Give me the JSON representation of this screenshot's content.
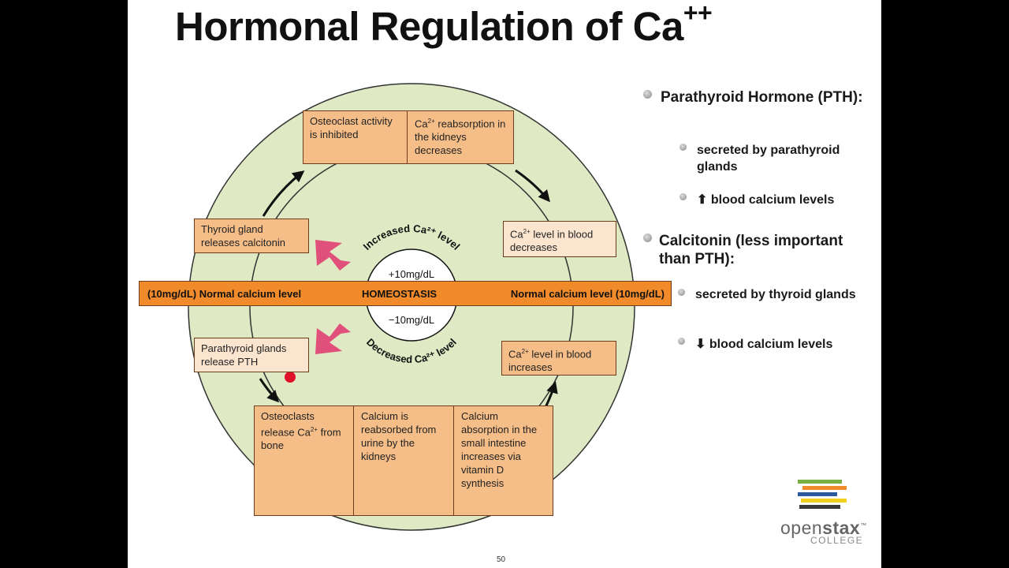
{
  "title": {
    "main": "Hormonal Regulation of Ca",
    "sup": "++"
  },
  "diagram": {
    "top_box": {
      "left": "Osteoclast activity is inhibited",
      "right_prefix": "Ca",
      "right_sup": "2+",
      "right_rest": " reabsorption in the kidneys decreases"
    },
    "right_upper_box": {
      "prefix": "Ca",
      "sup": "2+",
      "rest": " level in blood decreases"
    },
    "right_lower_box": {
      "prefix": "Ca",
      "sup": "2+",
      "rest": " level in blood increases"
    },
    "left_upper_box": "Thyroid gland releases calcitonin",
    "left_lower_box": "Parathyroid glands release PTH",
    "bottom_box": {
      "cell1_prefix": "Osteoclasts release Ca",
      "cell1_sup": "2+",
      "cell1_rest": " from bone",
      "cell2": "Calcium is reabsorbed from urine by the kidneys",
      "cell3": "Calcium absorption in the small intestine increases via vitamin D synthesis"
    },
    "band": {
      "left": "(10mg/dL) Normal calcium level",
      "center": "HOMEOSTASIS",
      "right": "Normal calcium level (10mg/dL)"
    },
    "circle_top_label": "+10mg/dL",
    "circle_bottom_label": "−10mg/dL",
    "arc_top_text": "Increased Ca²⁺ level",
    "arc_bottom_text": "Decreased Ca²⁺ level"
  },
  "bullets": {
    "pth": {
      "title": "Parathyroid Hormone (PTH):",
      "items": [
        "secreted by parathyroid glands",
        "⬆ blood calcium levels"
      ]
    },
    "calcitonin": {
      "title": "Calcitonin (less important than PTH):",
      "items": [
        "secreted by thyroid glands",
        "⬇ blood calcium levels"
      ]
    }
  },
  "page_number": "50",
  "logo": {
    "text_open": "open",
    "text_stax": "stax",
    "tm": "™",
    "sub": "COLLEGE"
  },
  "colors": {
    "circle_fill": "#dfe9c4",
    "box_orange": "#f5bd87",
    "box_light": "#fbe5cf",
    "band": "#f08a2a",
    "arrow_pink": "#e0507a"
  }
}
